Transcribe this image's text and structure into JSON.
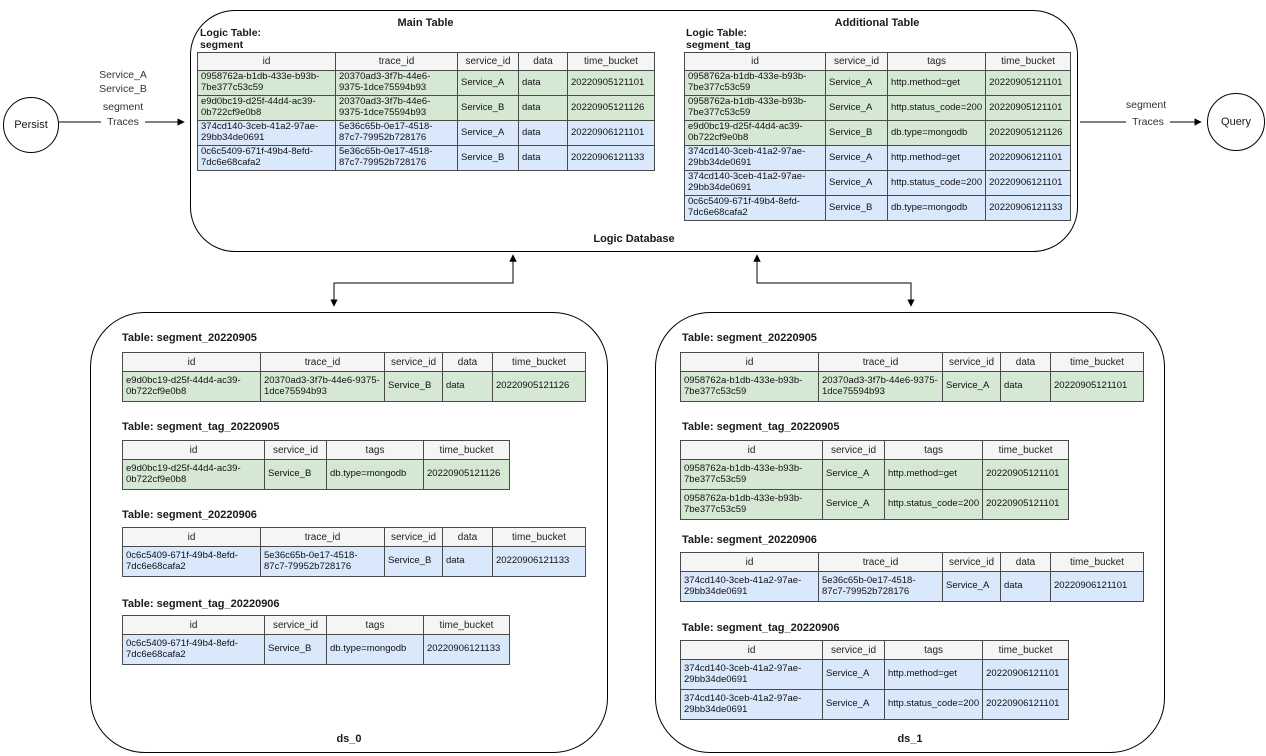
{
  "colors": {
    "green_row": "#d5e8d4",
    "blue_row": "#dae8fc",
    "header_bg": "#f5f5f5",
    "border": "#4a4a4a"
  },
  "nodes": {
    "persist": "Persist",
    "query": "Query"
  },
  "left_flow": {
    "service_a": "Service_A",
    "service_b": "Service_B",
    "table": "segment",
    "arrow_label": "Traces"
  },
  "right_flow": {
    "table": "segment",
    "arrow_label": "Traces"
  },
  "logic_db": {
    "label": "Logic Database",
    "main": {
      "title": "Main Table",
      "logic_label": "Logic Table:",
      "logic_name": "segment",
      "headers": [
        "id",
        "trace_id",
        "service_id",
        "data",
        "time_bucket"
      ],
      "rows": [
        [
          "0958762a-b1db-433e-b93b-7be377c53c59",
          "20370ad3-3f7b-44e6-9375-1dce75594b93",
          "Service_A",
          "data",
          "20220905121101"
        ],
        [
          "e9d0bc19-d25f-44d4-ac39-0b722cf9e0b8",
          "20370ad3-3f7b-44e6-9375-1dce75594b93",
          "Service_B",
          "data",
          "20220905121126"
        ],
        [
          "374cd140-3ceb-41a2-97ae-29bb34de0691",
          "5e36c65b-0e17-4518-87c7-79952b728176",
          "Service_A",
          "data",
          "20220906121101"
        ],
        [
          "0c6c5409-671f-49b4-8efd-7dc6e68cafa2",
          "5e36c65b-0e17-4518-87c7-79952b728176",
          "Service_B",
          "data",
          "20220906121133"
        ]
      ],
      "row_colors": [
        "green",
        "green",
        "blue",
        "blue"
      ]
    },
    "additional": {
      "title": "Additional Table",
      "logic_label": "Logic Table:",
      "logic_name": "segment_tag",
      "headers": [
        "id",
        "service_id",
        "tags",
        "time_bucket"
      ],
      "rows": [
        [
          "0958762a-b1db-433e-b93b-7be377c53c59",
          "Service_A",
          "http.method=get",
          "20220905121101"
        ],
        [
          "0958762a-b1db-433e-b93b-7be377c53c59",
          "Service_A",
          "http.status_code=200",
          "20220905121101"
        ],
        [
          "e9d0bc19-d25f-44d4-ac39-0b722cf9e0b8",
          "Service_B",
          "db.type=mongodb",
          "20220905121126"
        ],
        [
          "374cd140-3ceb-41a2-97ae-29bb34de0691",
          "Service_A",
          "http.method=get",
          "20220906121101"
        ],
        [
          "374cd140-3ceb-41a2-97ae-29bb34de0691",
          "Service_A",
          "http.status_code=200",
          "20220906121101"
        ],
        [
          "0c6c5409-671f-49b4-8efd-7dc6e68cafa2",
          "Service_B",
          "db.type=mongodb",
          "20220906121133"
        ]
      ],
      "row_colors": [
        "green",
        "green",
        "green",
        "blue",
        "blue",
        "blue"
      ]
    }
  },
  "ds_0": {
    "label": "ds_0",
    "tables": [
      {
        "title": "Table: segment_20220905",
        "headers": [
          "id",
          "trace_id",
          "service_id",
          "data",
          "time_bucket"
        ],
        "rows": [
          [
            "e9d0bc19-d25f-44d4-ac39-0b722cf9e0b8",
            "20370ad3-3f7b-44e6-9375-1dce75594b93",
            "Service_B",
            "data",
            "20220905121126"
          ]
        ],
        "row_colors": [
          "green"
        ]
      },
      {
        "title": "Table: segment_tag_20220905",
        "headers": [
          "id",
          "service_id",
          "tags",
          "time_bucket"
        ],
        "rows": [
          [
            "e9d0bc19-d25f-44d4-ac39-0b722cf9e0b8",
            "Service_B",
            "db.type=mongodb",
            "20220905121126"
          ]
        ],
        "row_colors": [
          "green"
        ]
      },
      {
        "title": "Table: segment_20220906",
        "headers": [
          "id",
          "trace_id",
          "service_id",
          "data",
          "time_bucket"
        ],
        "rows": [
          [
            "0c6c5409-671f-49b4-8efd-7dc6e68cafa2",
            "5e36c65b-0e17-4518-87c7-79952b728176",
            "Service_B",
            "data",
            "20220906121133"
          ]
        ],
        "row_colors": [
          "blue"
        ]
      },
      {
        "title": "Table: segment_tag_20220906",
        "headers": [
          "id",
          "service_id",
          "tags",
          "time_bucket"
        ],
        "rows": [
          [
            "0c6c5409-671f-49b4-8efd-7dc6e68cafa2",
            "Service_B",
            "db.type=mongodb",
            "20220906121133"
          ]
        ],
        "row_colors": [
          "blue"
        ]
      }
    ]
  },
  "ds_1": {
    "label": "ds_1",
    "tables": [
      {
        "title": "Table: segment_20220905",
        "headers": [
          "id",
          "trace_id",
          "service_id",
          "data",
          "time_bucket"
        ],
        "rows": [
          [
            "0958762a-b1db-433e-b93b-7be377c53c59",
            "20370ad3-3f7b-44e6-9375-1dce75594b93",
            "Service_A",
            "data",
            "20220905121101"
          ]
        ],
        "row_colors": [
          "green"
        ]
      },
      {
        "title": "Table: segment_tag_20220905",
        "headers": [
          "id",
          "service_id",
          "tags",
          "time_bucket"
        ],
        "rows": [
          [
            "0958762a-b1db-433e-b93b-7be377c53c59",
            "Service_A",
            "http.method=get",
            "20220905121101"
          ],
          [
            "0958762a-b1db-433e-b93b-7be377c53c59",
            "Service_A",
            "http.status_code=200",
            "20220905121101"
          ]
        ],
        "row_colors": [
          "green",
          "green"
        ]
      },
      {
        "title": "Table: segment_20220906",
        "headers": [
          "id",
          "trace_id",
          "service_id",
          "data",
          "time_bucket"
        ],
        "rows": [
          [
            "374cd140-3ceb-41a2-97ae-29bb34de0691",
            "5e36c65b-0e17-4518-87c7-79952b728176",
            "Service_A",
            "data",
            "20220906121101"
          ]
        ],
        "row_colors": [
          "blue"
        ]
      },
      {
        "title": "Table: segment_tag_20220906",
        "headers": [
          "id",
          "service_id",
          "tags",
          "time_bucket"
        ],
        "rows": [
          [
            "374cd140-3ceb-41a2-97ae-29bb34de0691",
            "Service_A",
            "http.method=get",
            "20220906121101"
          ],
          [
            "374cd140-3ceb-41a2-97ae-29bb34de0691",
            "Service_A",
            "http.status_code=200",
            "20220906121101"
          ]
        ],
        "row_colors": [
          "blue",
          "blue"
        ]
      }
    ]
  }
}
